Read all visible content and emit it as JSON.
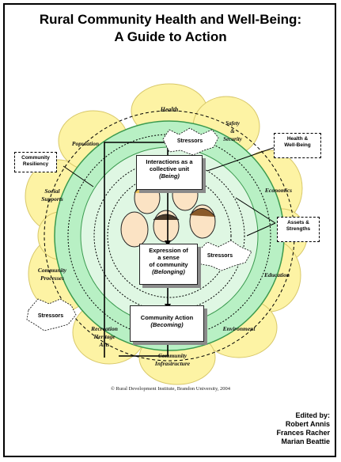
{
  "title": {
    "line1": "Rural Community Health and Well-Being:",
    "line2": "A Guide to Action"
  },
  "petals": {
    "health": "Health",
    "safety1": "Safety",
    "safety2": "&",
    "safety3": "Security",
    "economics": "Economics",
    "education": "Education",
    "environment": "Environment",
    "infrastructure1": "Community",
    "infrastructure2": "Infrastructure",
    "recreation1": "Recreation",
    "recreation2": "Heritage",
    "recreation3": "Arts",
    "processes1": "Community",
    "processes2": "Processes",
    "social1": "Social",
    "social2": "Supports",
    "population": "Population"
  },
  "boxes": {
    "being_line1": "Interactions as a",
    "being_line2": "collective unit",
    "being_line3": "(Being)",
    "belonging_line1": "Expression of",
    "belonging_line2": "a sense",
    "belonging_line3": "of community",
    "belonging_line4": "(Belonging)",
    "becoming_line1": "Community Action",
    "becoming_line2": "(Becoming)"
  },
  "stressors": {
    "top": "Stressors",
    "right": "Stressors",
    "left": "Stressors"
  },
  "callouts": {
    "health_line1": "Health &",
    "health_line2": "Well-Being",
    "assets_line1": "Assets &",
    "assets_line2": "Strengths",
    "resiliency_line1": "Community",
    "resiliency_line2": "Resiliency"
  },
  "copyright": "© Rural Development Institute, Brandon University, 2004",
  "credits": {
    "heading": "Edited by:",
    "editor1": "Robert Annis",
    "editor2": "Frances Racher",
    "editor3": "Marian Beattie"
  },
  "colors": {
    "petal": "#fdf3a4",
    "petal_stroke": "#d8c86a",
    "ring": "#b8f0c4",
    "ring_stroke": "#3a9a4e",
    "center": "#dff7e3"
  }
}
